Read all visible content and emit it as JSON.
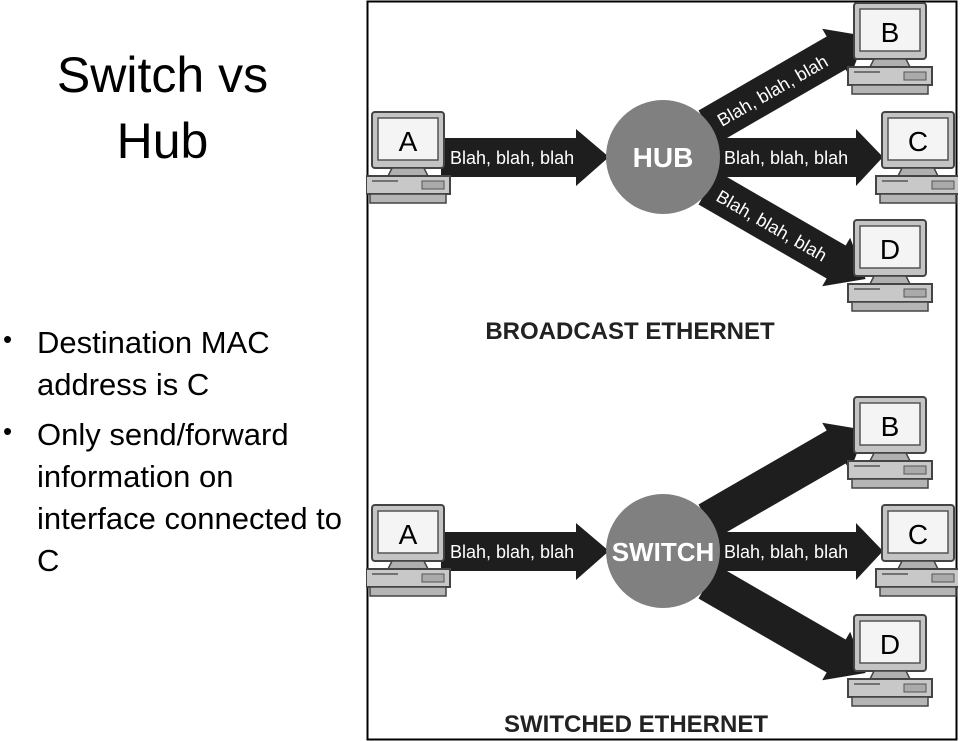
{
  "slide": {
    "title_line1": "Switch vs",
    "title_line2": "Hub",
    "bullets": [
      "Destination MAC address is C",
      "Only send/forward information on interface connected to C"
    ]
  },
  "diagram": {
    "broadcast": {
      "device_label": "HUB",
      "caption": "BROADCAST ETHERNET",
      "source": "A",
      "targets": [
        "B",
        "C",
        "D"
      ],
      "message": "Blah, blah, blah"
    },
    "switched": {
      "device_label": "SWITCH",
      "caption": "SWITCHED ETHERNET",
      "source": "A",
      "targets": [
        "B",
        "C",
        "D"
      ],
      "message": "Blah, blah, blah"
    }
  },
  "colors": {
    "arrow": "#1e1e1e",
    "device": "#808080",
    "monitor_frame": "#c4c4c4",
    "screen": "#f4f4f4",
    "border": "#000000"
  }
}
